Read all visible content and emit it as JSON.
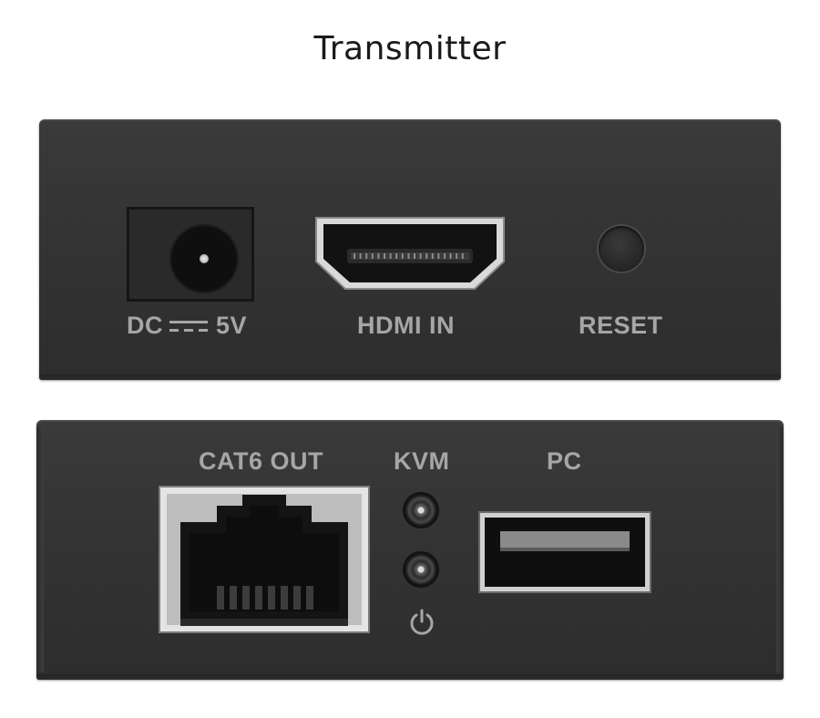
{
  "title": "Transmitter",
  "top_panel": {
    "dc_label": "DC",
    "dc_voltage": "5V",
    "hdmi_label": "HDMI IN",
    "reset_label": "RESET"
  },
  "bottom_panel": {
    "cat6_label": "CAT6 OUT",
    "kvm_label": "KVM",
    "pc_label": "PC"
  },
  "icons": {
    "dc_symbol": "dc-symbol-icon",
    "power": "power-icon"
  },
  "colors": {
    "panel": "#333334",
    "label": "#a6a6a8",
    "background": "#ffffff"
  }
}
